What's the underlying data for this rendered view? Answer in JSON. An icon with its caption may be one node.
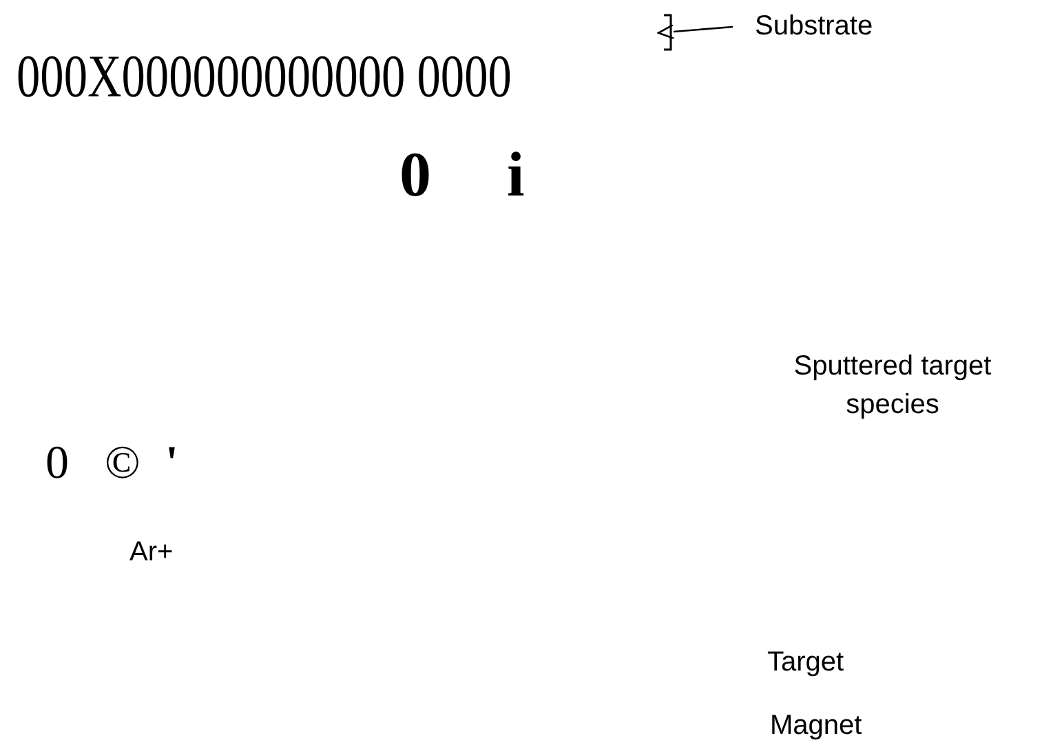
{
  "diagram": {
    "nodes": [
      {
        "text": [
          "Substrate"
        ]
      },
      {
        "text": [],
        "shape": "bar"
      }
    ],
    "edges": [
      {
        "from": 0,
        "to": 1,
        "arrow": "to"
      }
    ],
    "labels": [
      "000X000000000000 0000",
      "0",
      "i",
      "Sputtered target species",
      "0",
      "©",
      "'",
      "Ar+",
      "Target",
      "Magnet"
    ]
  }
}
